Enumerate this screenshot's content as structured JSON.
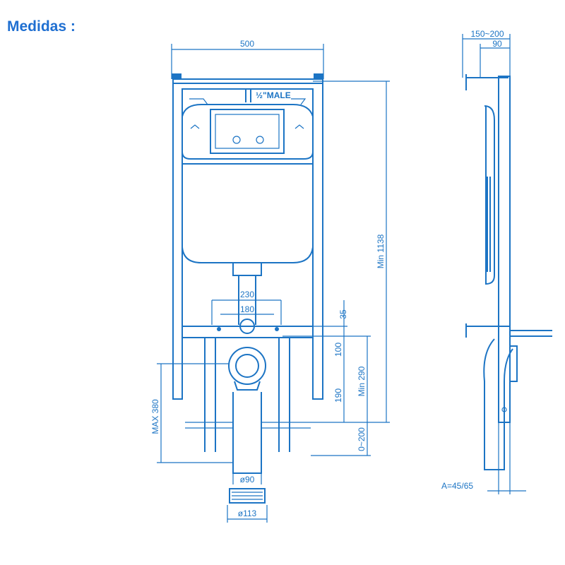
{
  "title": "Medidas :",
  "colors": {
    "line": "#1c74c4",
    "title": "#1f6fd1"
  },
  "front_view": {
    "width": "500",
    "connection": "½\"MALE",
    "dim_230": "230",
    "dim_180": "180",
    "dim_35": "35",
    "dim_100": "100",
    "dim_190": "190",
    "min_290": "Min 290",
    "min_1138": "Min 1138",
    "max_380": "MAX 380",
    "range_0_200": "0~200",
    "pipe_90": "ø90",
    "pipe_113": "ø113"
  },
  "side_view": {
    "depth_range": "150~200",
    "depth_90": "90",
    "angle_a": "A=45/65"
  }
}
